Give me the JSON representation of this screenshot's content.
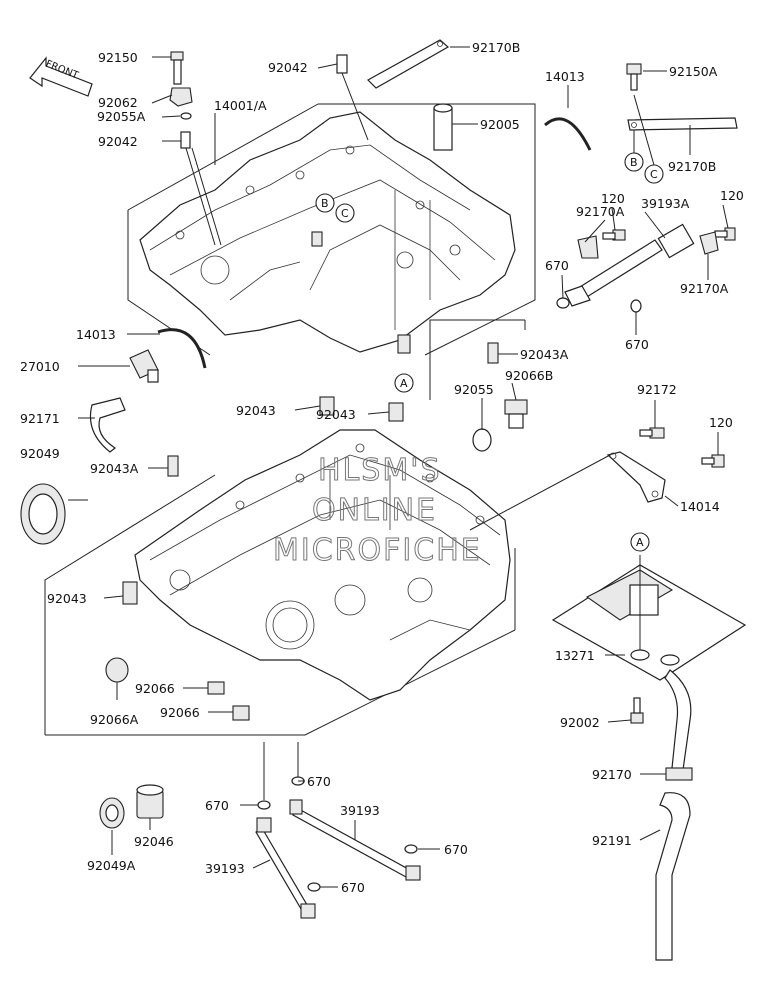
{
  "direction_label": "FRONT",
  "watermark": [
    "HLSM'S",
    "ONLINE",
    "MICROFICHE"
  ],
  "callouts": [
    "A",
    "B",
    "C"
  ],
  "part_labels": [
    "92150",
    "92062",
    "92055A",
    "92042",
    "14001/A",
    "92042",
    "92170B",
    "14013",
    "92150A",
    "92005",
    "92170B",
    "14013",
    "27010",
    "92171",
    "92049",
    "92043A",
    "92043",
    "92043",
    "92055",
    "92066B",
    "92043A",
    "92170A",
    "120",
    "39193A",
    "120",
    "670",
    "92170A",
    "670",
    "92172",
    "120",
    "14014",
    "92043",
    "92066",
    "92066A",
    "92066",
    "13271",
    "92002",
    "92170",
    "92191",
    "670",
    "670",
    "39193",
    "670",
    "39193",
    "670",
    "92049A",
    "92046"
  ]
}
